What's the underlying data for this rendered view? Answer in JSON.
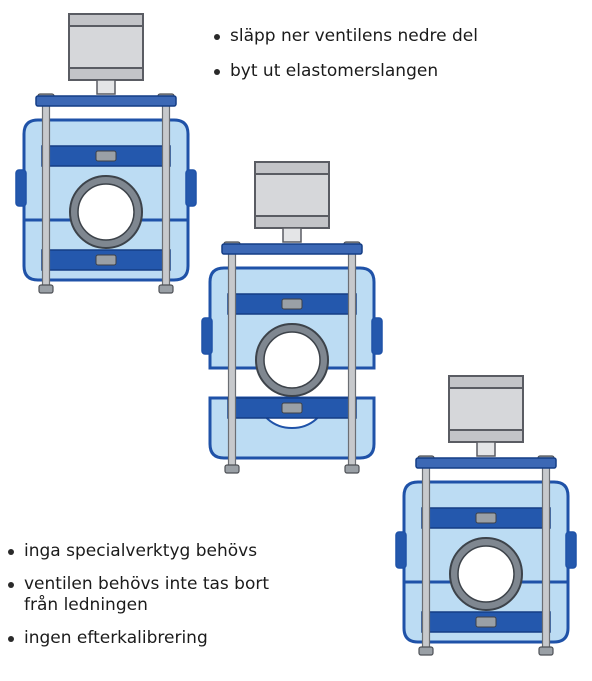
{
  "top_notes": [
    "släpp ner ventilens nedre del",
    "byt ut elastomerslangen"
  ],
  "bottom_notes": [
    {
      "lines": [
        "inga specialverktyg behövs"
      ]
    },
    {
      "lines": [
        "ventilen behövs inte tas bort",
        "från ledningen"
      ]
    },
    {
      "lines": [
        "ingen efterkalibrering"
      ]
    }
  ],
  "colors": {
    "body_light": "#bcdcf3",
    "body_outline": "#1f52a8",
    "clamp_blue": "#2458ad",
    "actuator_grey": "#d6d7da",
    "actuator_outline": "#5a5c63",
    "bolt_grey": "#c7c9cc",
    "sleeve_grey": "#7f8790"
  },
  "steps": [
    {
      "id": "valve-assembled",
      "lower_detached": false
    },
    {
      "id": "valve-lower-half-dropped",
      "lower_detached": true
    },
    {
      "id": "valve-sleeve-replaced",
      "lower_detached": false
    }
  ]
}
